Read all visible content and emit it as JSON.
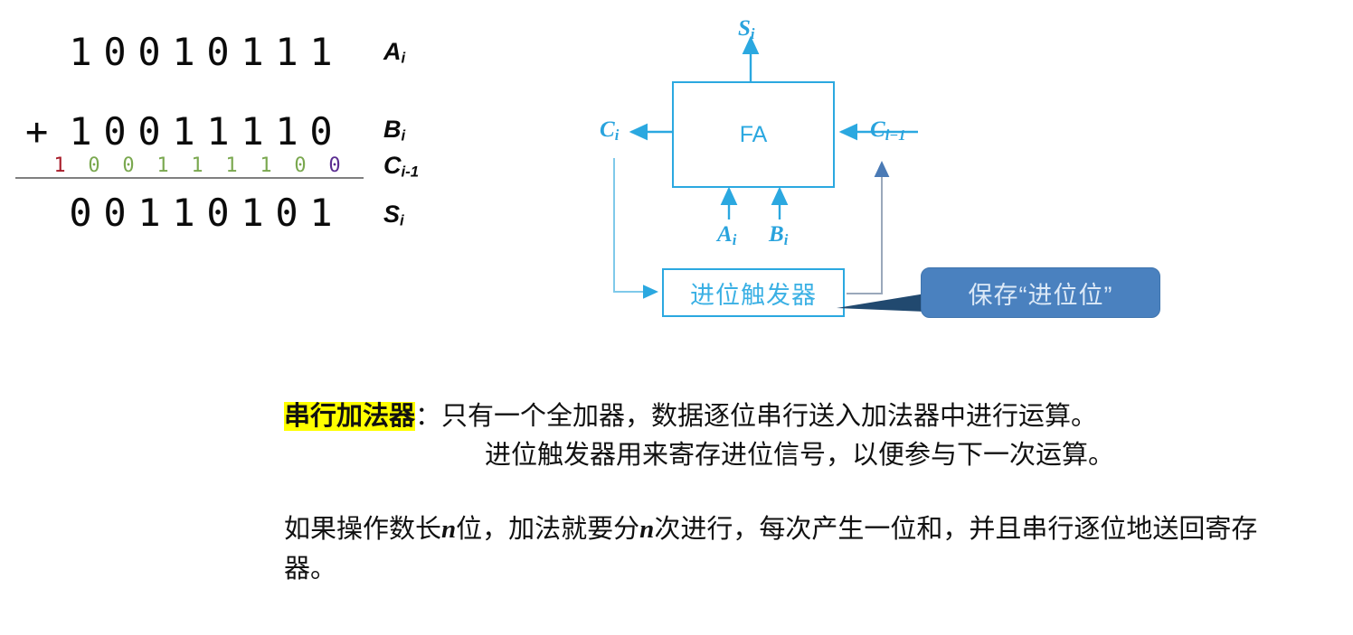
{
  "addition": {
    "operand_a": [
      "1",
      "0",
      "0",
      "1",
      "0",
      "1",
      "1",
      "1"
    ],
    "operand_b": [
      "1",
      "0",
      "0",
      "1",
      "1",
      "1",
      "1",
      "0"
    ],
    "plus_sign": "+",
    "carry": [
      {
        "d": "1",
        "color": "#a81d2a"
      },
      {
        "d": "0",
        "color": "#7aa84f"
      },
      {
        "d": "0",
        "color": "#7aa84f"
      },
      {
        "d": "1",
        "color": "#7aa84f"
      },
      {
        "d": "1",
        "color": "#7aa84f"
      },
      {
        "d": "1",
        "color": "#7aa84f"
      },
      {
        "d": "1",
        "color": "#7aa84f"
      },
      {
        "d": "0",
        "color": "#7aa84f"
      },
      {
        "d": "0",
        "color": "#5b2d91"
      }
    ],
    "sum": [
      "0",
      "0",
      "1",
      "1",
      "0",
      "1",
      "0",
      "1"
    ],
    "labels": {
      "a": "A",
      "a_sub": "i",
      "b": "B",
      "b_sub": "i",
      "c": "C",
      "c_sub": "i-1",
      "s": "S",
      "s_sub": "i"
    }
  },
  "diagram": {
    "fa_box_label": "FA",
    "ff_box_label": "进位触发器",
    "signal_sum": "S",
    "signal_sum_sub": "i",
    "signal_cout": "C",
    "signal_cout_sub": "i",
    "signal_cin": "C",
    "signal_cin_sub": "i−1",
    "signal_a": "A",
    "signal_a_sub": "i",
    "signal_b": "B",
    "signal_b_sub": "i",
    "line_color": "#2ba8e0",
    "feedback_left_color": "#7fc9ea",
    "feedback_right_color": "#9aa8bb",
    "feedback_right_arrow_color": "#4a7ab5"
  },
  "callout": {
    "text": "保存“进位位”",
    "fill": "#4a81bf",
    "text_color": "#dce9f7"
  },
  "body": {
    "para1_term": "串行加法器",
    "para1_colon": "：",
    "para1_rest": "只有一个全加器，数据逐位串行送入加法器中进行运算。",
    "para1_line2": "进位触发器用来寄存进位信号，以便参与下一次运算。",
    "para2_part1": "如果操作数长",
    "para2_var1": "n",
    "para2_part2": "位，加法就要分",
    "para2_var2": "n",
    "para2_part3": "次进行，每次产生一位和，并且串行逐位地送回寄存器。"
  }
}
